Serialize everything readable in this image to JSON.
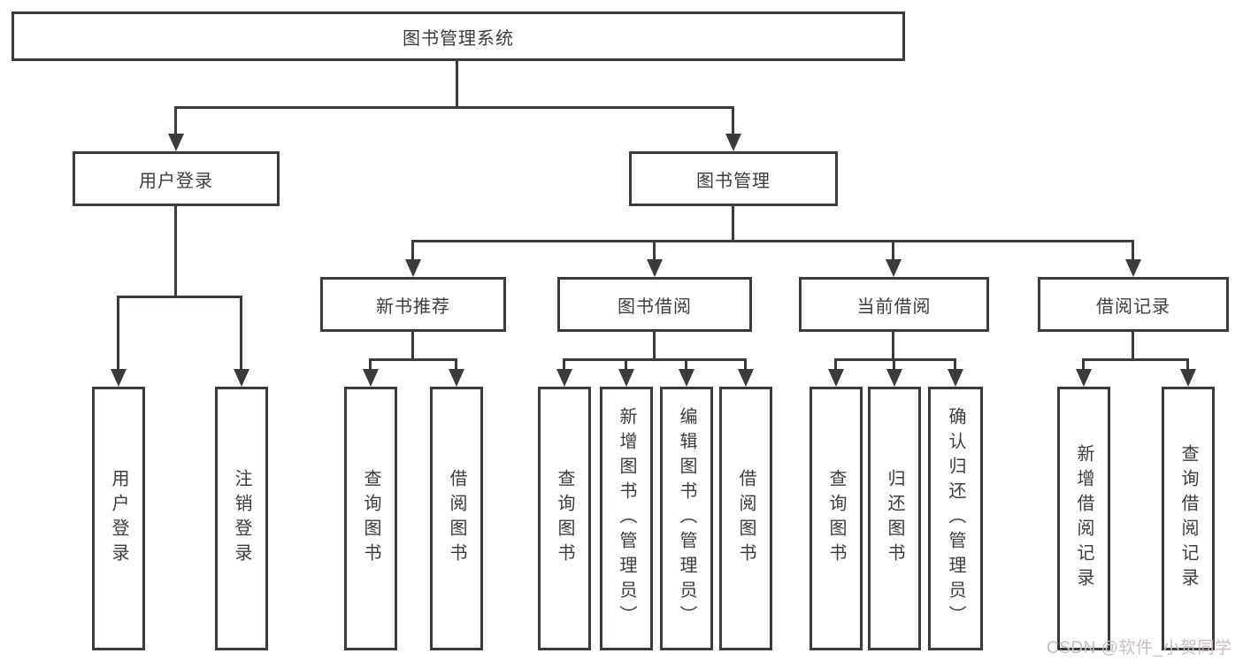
{
  "diagram": {
    "root": {
      "label": "图书管理系统"
    },
    "branches": [
      {
        "label": "用户登录",
        "children": [
          {
            "label": "用户登录"
          },
          {
            "label": "注销登录"
          }
        ]
      },
      {
        "label": "图书管理",
        "children": [
          {
            "label": "新书推荐",
            "children": [
              {
                "label": "查询图书"
              },
              {
                "label": "借阅图书"
              }
            ]
          },
          {
            "label": "图书借阅",
            "children": [
              {
                "label": "查询图书"
              },
              {
                "label": "新增图书（管理员）"
              },
              {
                "label": "编辑图书（管理员）"
              },
              {
                "label": "借阅图书"
              }
            ]
          },
          {
            "label": "当前借阅",
            "children": [
              {
                "label": "查询图书"
              },
              {
                "label": "归还图书"
              },
              {
                "label": "确认归还（管理员）"
              }
            ]
          },
          {
            "label": "借阅记录",
            "children": [
              {
                "label": "新增借阅记录"
              },
              {
                "label": "查询借阅记录"
              }
            ]
          }
        ]
      }
    ]
  },
  "watermark": {
    "text": "CSDN @软件_小贺同学"
  },
  "colors": {
    "line": "#3b3b3b",
    "text": "#3c3c3c",
    "watermark": "#c9bdbd",
    "background": "#ffffff"
  }
}
